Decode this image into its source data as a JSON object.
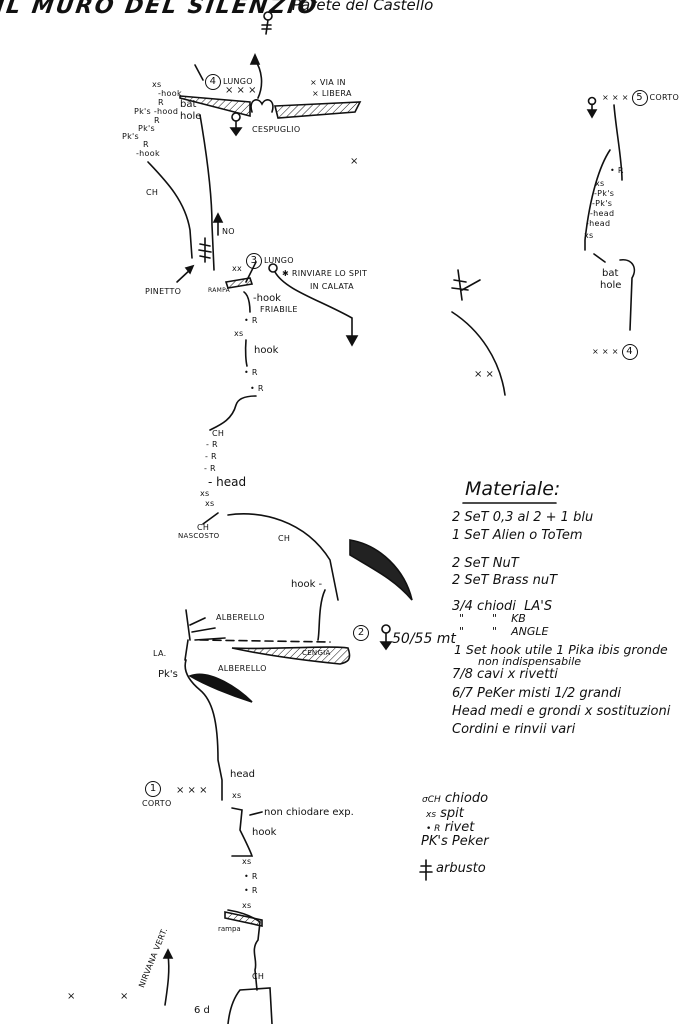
{
  "header": {
    "title": "IL MURO DEL SILENZIO",
    "subtitle": "Parete del Castello"
  },
  "pitch4": {
    "number": "4",
    "length": "LUNGO",
    "bolts": "× × ×",
    "free_line1": "× VIA IN",
    "free_line2": "× LIBERA",
    "bush": "CESPUGLIO",
    "bat1": "bat",
    "bat2": "hole",
    "left_marks": [
      "xs",
      "-hook",
      "R",
      "Pk's -hood",
      "R",
      "Pk's",
      "Pk's",
      "R",
      "-hook"
    ],
    "ch": "CH",
    "no": "NO"
  },
  "pitch3": {
    "number": "3",
    "length": "LUNGO",
    "bolts": "xx",
    "note1": "✱ RINVIARE LO SPIT",
    "note2": "IN CALATA",
    "pine": "PINETTO",
    "ramp": "RAMPA",
    "marks": [
      "-hook",
      "FRIABILE",
      "• R",
      "xs",
      "hook",
      "• R",
      "• R"
    ]
  },
  "mid_marks": [
    "CH",
    "- R",
    "- R",
    "- R",
    "- head",
    "xs",
    "xs",
    "CH",
    "NASCOSTO",
    "CH",
    "hook -"
  ],
  "pitch2": {
    "number": "2",
    "rappel": "50/55 mt",
    "tree1": "ALBERELLO",
    "tree2": "ALBERELLO",
    "ledge": "CENGIA",
    "la": "LA.",
    "pks": "Pk's"
  },
  "pitch1": {
    "number": "1",
    "length": "CORTO",
    "bolts": "× × ×",
    "head": "head",
    "xs1": "xs",
    "warning": "non chiodare exp.",
    "hook": "hook",
    "marks": [
      "xs",
      "• R",
      "• R",
      "xs"
    ],
    "ramp": "rampa",
    "ch": "CH",
    "variant": "NIRVANA VERT.",
    "grade": "6 d",
    "x_marks": [
      "×",
      "×"
    ]
  },
  "pitch5": {
    "number": "5",
    "length": "CORTO",
    "bolts": "× × ×",
    "marks": [
      "• R",
      "xs",
      "-Pk's",
      "-Pk's",
      "-head",
      "-head",
      "xs"
    ],
    "bat1": "bat",
    "bat2": "hole",
    "bottom_bolts": "× × ×",
    "bottom_number": "4"
  },
  "misc_marks": [
    "×",
    "× ×"
  ],
  "materiale": {
    "heading": "Materiale:",
    "lines": [
      "2 SeT 0,3 al 2 + 1 blu",
      "1 SeT Alien o ToTem",
      "2 SeT NuT",
      "2 SeT Brass nuT",
      "3/4 chiodi  LA'S",
      "  \"        \"    KB",
      "  \"        \"    ANGLE",
      "1 Set hook utile 1 Pika ibis gronde",
      "non indispensabile",
      "7/8 cavi x rivetti",
      "6/7 PeKer misti 1/2 grandi",
      "Head medi e grondi x sostituzioni",
      "Cordini e rinvii vari"
    ]
  },
  "legend": [
    {
      "symbol": "σCH",
      "label": "chiodo"
    },
    {
      "symbol": "xs",
      "label": "spit"
    },
    {
      "symbol": "• R",
      "label": "rivet"
    },
    {
      "symbol": "PK's",
      "label": "Peker"
    },
    {
      "symbol": "✱",
      "label": "arbusto"
    }
  ]
}
